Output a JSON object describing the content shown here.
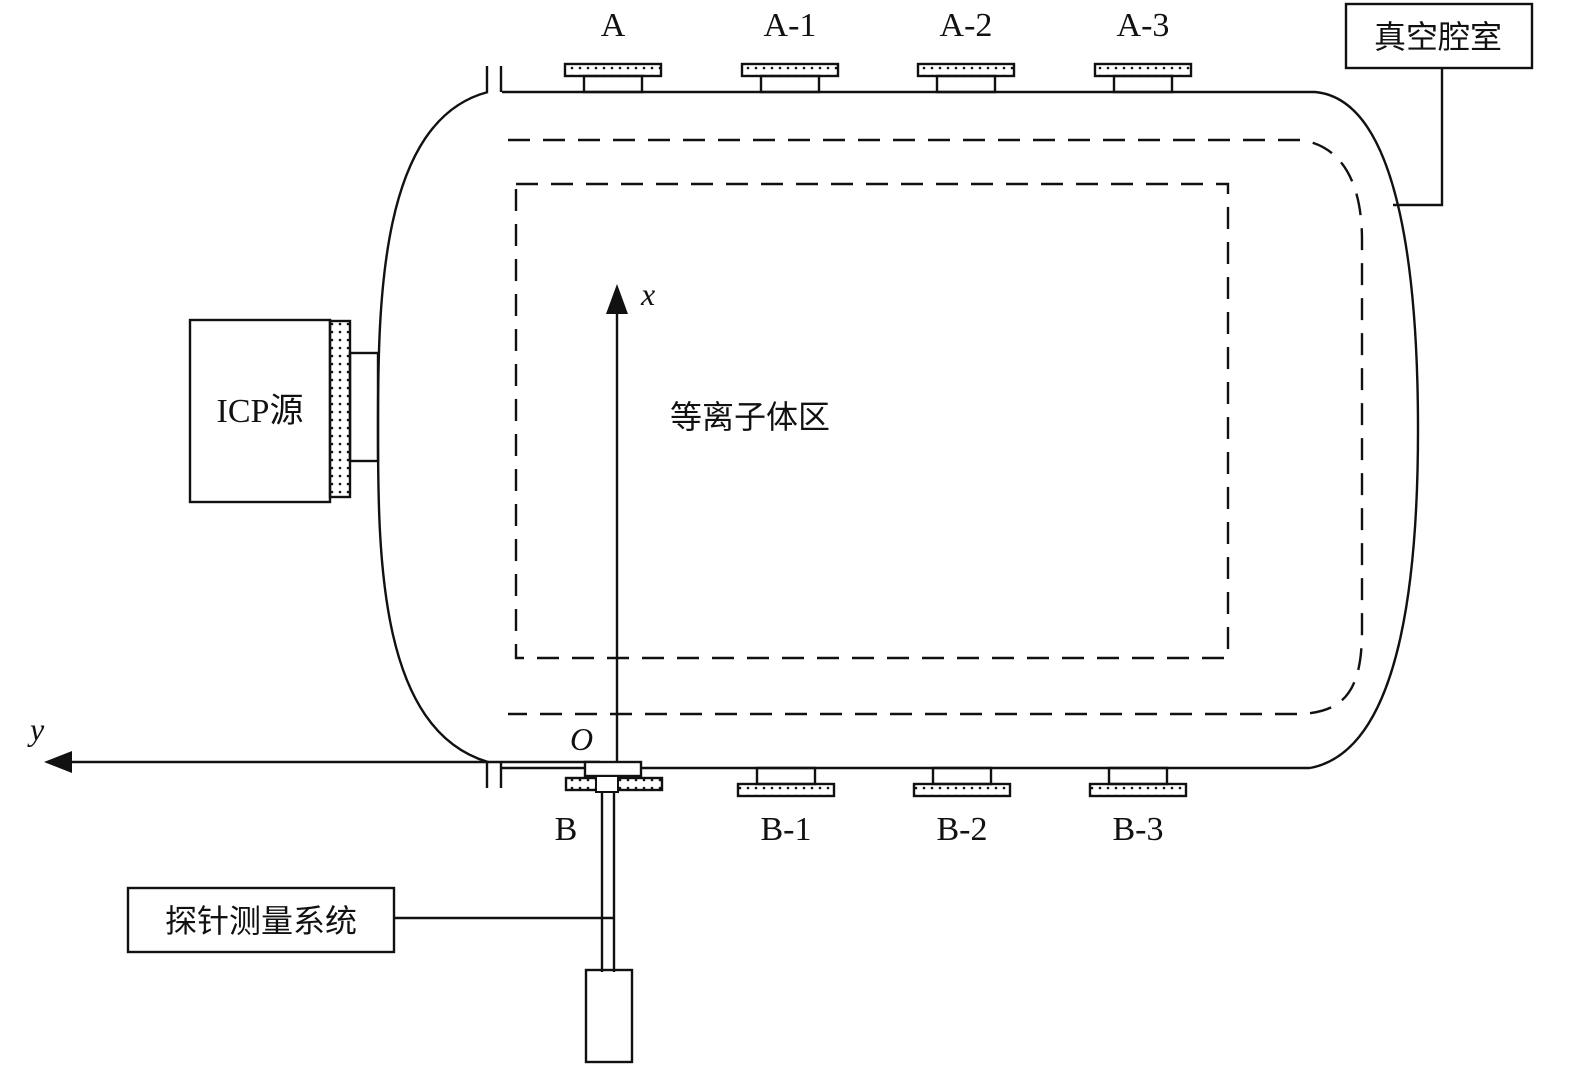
{
  "labels": {
    "chamber": "真空腔室",
    "icp": "ICP源",
    "plasma": "等离子体区",
    "probe": "探针测量系统",
    "axis_x": "x",
    "axis_y": "y",
    "origin": "O"
  },
  "ports_top": [
    "A",
    "A-1",
    "A-2",
    "A-3"
  ],
  "ports_bottom": [
    "B",
    "B-1",
    "B-2",
    "B-3"
  ],
  "colors": {
    "line": "#111111",
    "background": "#ffffff"
  }
}
